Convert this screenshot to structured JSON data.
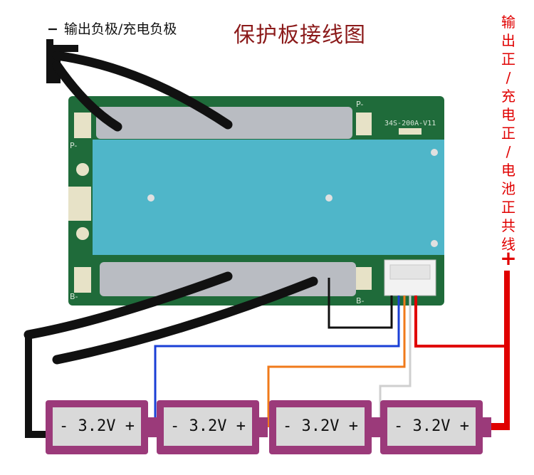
{
  "title": "保护板接线图",
  "negative_label": {
    "sign": "−",
    "text": "输出负极/充电负极"
  },
  "positive_label": {
    "chars": [
      "输",
      "出",
      "正",
      "/",
      "充",
      "电",
      "正",
      "/",
      "电",
      "池",
      "正",
      "共",
      "线"
    ],
    "sign": "+"
  },
  "board": {
    "code": "34S-200A-V11",
    "pads": {
      "p_top": "P-",
      "p_left": "P-",
      "b_bottom": "B-",
      "b_left": "B-"
    }
  },
  "cells": [
    {
      "label": "- 3.2V +"
    },
    {
      "label": "- 3.2V +"
    },
    {
      "label": "- 3.2V +"
    },
    {
      "label": "- 3.2V +"
    }
  ],
  "colors": {
    "title": "#8b1a1a",
    "positive": "#e00000",
    "board": "#1f6b3a",
    "cover": "#4fb6c9",
    "cell": "#9b3a7a",
    "wire_black": "#111111",
    "wire_blue": "#1a3fd6",
    "wire_orange": "#f07a1a",
    "wire_white": "#cfcfcf",
    "wire_red": "#e00000"
  }
}
